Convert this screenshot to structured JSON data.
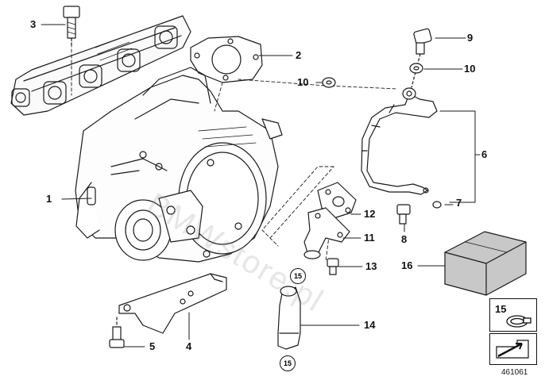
{
  "callouts": {
    "n1": "1",
    "n2": "2",
    "n3": "3",
    "n4": "4",
    "n5": "5",
    "n6": "6",
    "n7": "7",
    "n8": "8",
    "n9": "9",
    "n10a": "10",
    "n10b": "10",
    "n11": "11",
    "n12": "12",
    "n13": "13",
    "n14": "14",
    "n15a": "15",
    "n15b": "15",
    "n16": "16"
  },
  "legend": {
    "clamp_label": "15"
  },
  "watermark": "BMWstore.pl",
  "diagram_id": "461061"
}
